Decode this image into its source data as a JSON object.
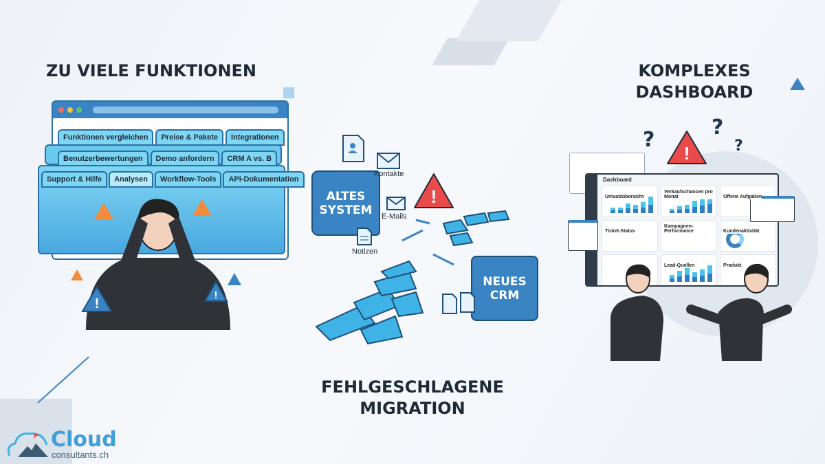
{
  "sections": {
    "left_title": "ZU VIELE FUNKTIONEN",
    "right_title_line1": "KOMPLEXES",
    "right_title_line2": "DASHBOARD",
    "bottom_title_line1": "FEHLGESCHLAGENE",
    "bottom_title_line2": "MIGRATION"
  },
  "folder_tabs": {
    "row1": [
      "Funktionen vergleichen",
      "Preise & Pakete",
      "Integrationen"
    ],
    "row2": [
      "Benutzerbewertungen",
      "Demo anfordern",
      "CRM A vs. B"
    ],
    "row3": [
      "Support & Hilfe",
      "Analysen",
      "Workflow-Tools",
      "API-Dokumentation"
    ]
  },
  "migration": {
    "old_system": "ALTES SYSTEM",
    "new_system": "NEUES CRM",
    "files": [
      "Kontakte",
      "E-Mails",
      "Notizen"
    ]
  },
  "dashboard": {
    "title": "Dashboard",
    "panels": [
      "Umsatzübersicht",
      "Verkaufschancen pro Monat",
      "Offene Aufgaben",
      "Ticket-Status",
      "Kampagnen-Performance",
      "Kundenaktivität",
      "",
      "Lead-Quellen",
      "Produkt"
    ]
  },
  "logo": {
    "name": "Cloud",
    "sub": "consultants.ch"
  },
  "colors": {
    "accent": "#3b84c4",
    "tab": "#7fd6f3",
    "warning_red": "#e94b4b",
    "warning_orange": "#f28b3c",
    "text": "#1f2a36"
  }
}
